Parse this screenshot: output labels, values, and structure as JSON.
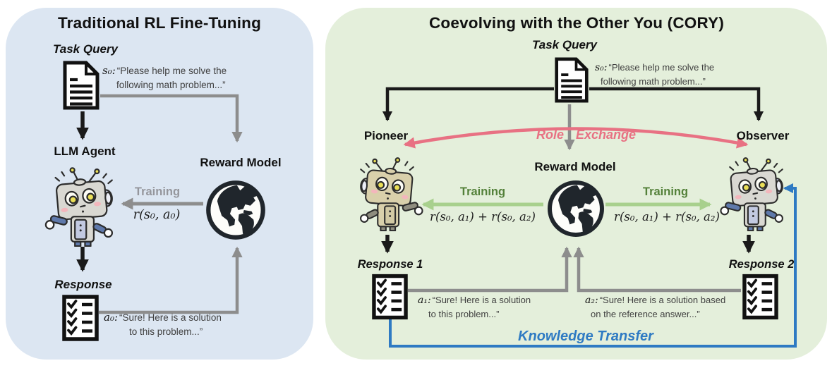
{
  "figure": {
    "left_panel": {
      "title": "Traditional RL Fine-Tuning",
      "task_query_label": "Task Query",
      "query_note": {
        "var": "s₀:",
        "line1": "“Please help me solve the",
        "line2": "following math problem...”"
      },
      "llm_agent_label": "LLM Agent",
      "reward_model_label": "Reward Model",
      "training_label": "Training",
      "reward_math": "r(s₀, a₀)",
      "response_label": "Response",
      "response_note": {
        "var": "a₀:",
        "line1": "“Sure! Here is a solution",
        "line2": "to this problem...”"
      }
    },
    "right_panel": {
      "title": "Coevolving with the Other You  (CORY)",
      "task_query_label": "Task Query",
      "query_note": {
        "var": "s₀:",
        "line1": "“Please help me solve the",
        "line2": "following math problem...”"
      },
      "pioneer_label": "Pioneer",
      "observer_label": "Observer",
      "role_label": "Role",
      "exchange_label": "Exchange",
      "reward_model_label": "Reward Model",
      "training_left_label": "Training",
      "training_right_label": "Training",
      "reward_math_left": "r(s₀, a₁) + r(s₀, a₂)",
      "reward_math_right": "r(s₀, a₁) + r(s₀, a₂)",
      "response1_label": "Response 1",
      "response2_label": "Response 2",
      "response1_note": {
        "var": "a₁:",
        "line1": "“Sure! Here is a solution",
        "line2": "to this problem...”"
      },
      "response2_note": {
        "var": "a₂:",
        "line1": "“Sure! Here is a solution based",
        "line2": "on the reference answer...”"
      },
      "knowledge_transfer_label": "Knowledge Transfer"
    },
    "icons": {
      "document": "document-icon",
      "checklist": "checklist-icon",
      "globe": "globe-icon",
      "robot": "robot-icon"
    }
  },
  "colors": {
    "left_bg": "#dce6f2",
    "right_bg": "#e4efdb",
    "arrow_black": "#1a1a1a",
    "arrow_gray": "#8d8d8d",
    "training_gray": "#95969c",
    "training_green": "#54813a",
    "arrow_green": "#a8d08d",
    "role_exchange_pink": "#e87183",
    "knowledge_blue": "#2e7ac3",
    "note_text": "#3f3f3f"
  }
}
